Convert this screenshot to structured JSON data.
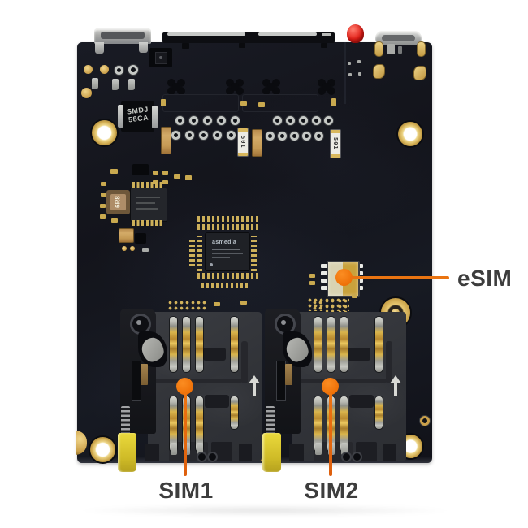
{
  "annotations": {
    "esim": {
      "label": "eSIM"
    },
    "sim1": {
      "label": "SIM1"
    },
    "sim2": {
      "label": "SIM2"
    },
    "accent_color": "#ee7410",
    "label_color": "#3d3d3d"
  },
  "components": {
    "tvs_diode": {
      "line1": "SMDJ",
      "line2": "58CA"
    },
    "inductor": {
      "label": "6R8"
    },
    "resistor_a": {
      "label": "501"
    },
    "resistor_b": {
      "label": "501"
    },
    "main_chip": {
      "brand": "asmedia"
    }
  },
  "colors": {
    "pcb": "#14161d",
    "gold": "#cfa94e",
    "led": "#e32119",
    "eject_button": "#dcc92f",
    "background": "#ffffff"
  },
  "icons": [
    "up-arrow-icon",
    "red-led",
    "antenna-connector"
  ]
}
